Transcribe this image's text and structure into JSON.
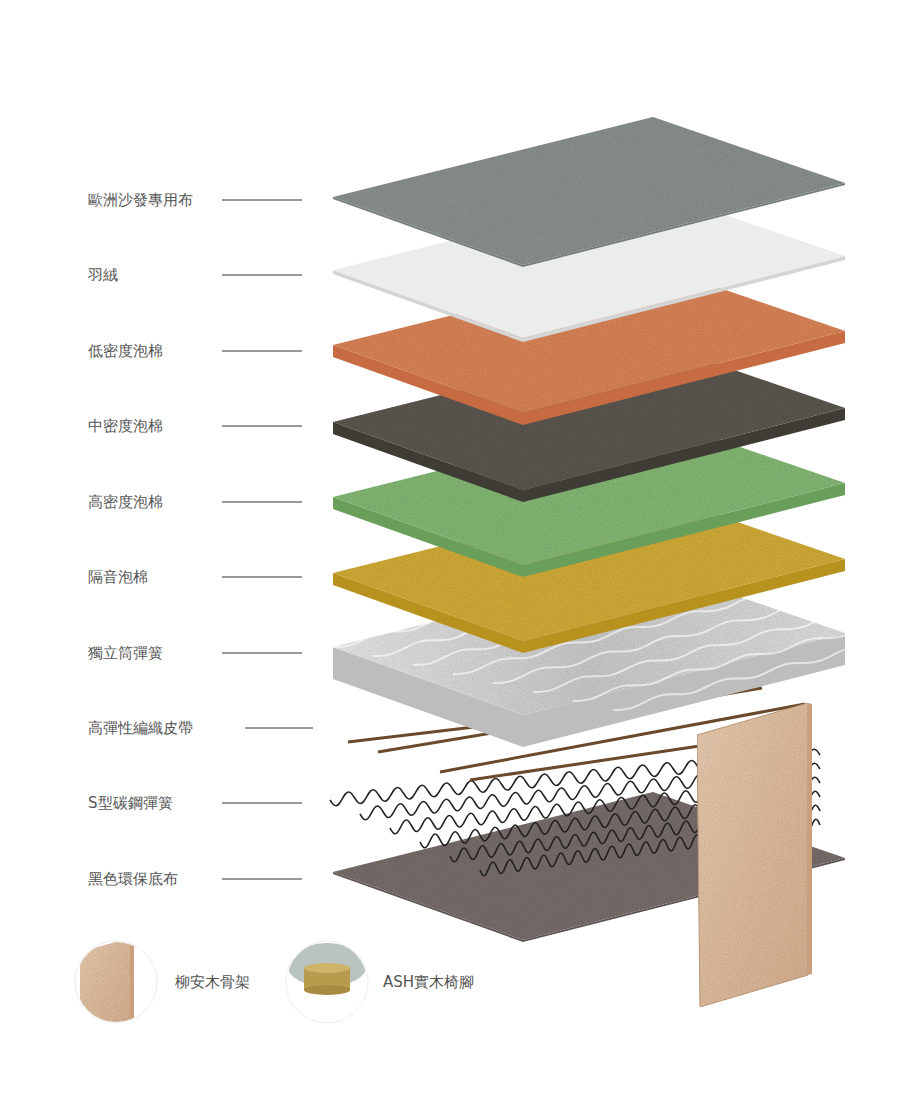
{
  "diagram": {
    "labels": [
      "歐洲沙發專用布",
      "羽絨",
      "低密度泡棉",
      "中密度泡棉",
      "高密度泡棉",
      "隔音泡棉",
      "獨立筒彈簧",
      "高彈性編織皮帶",
      "S型碳鋼彈簧",
      "黑色環保底布"
    ],
    "legend": [
      {
        "text": "柳安木骨架"
      },
      {
        "text": "ASH實木椅腳"
      }
    ]
  }
}
